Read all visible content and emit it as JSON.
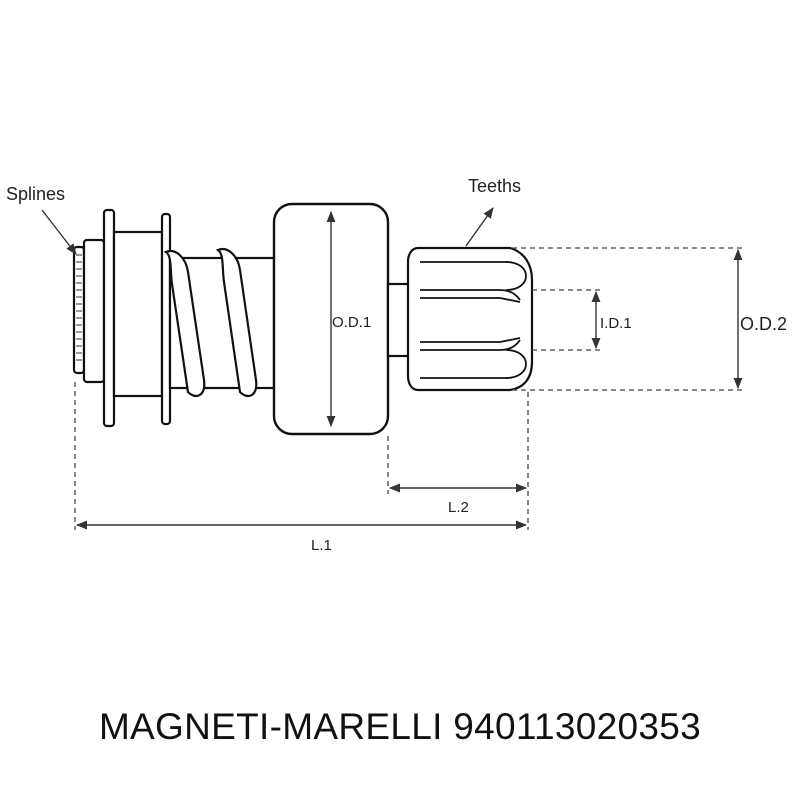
{
  "labels": {
    "splines": "Splines",
    "teeths": "Teeths",
    "od1": "O.D.1",
    "id1": "I.D.1",
    "od2": "O.D.2",
    "l2": "L.2",
    "l1": "L.1"
  },
  "caption": {
    "brand": "MAGNETI-MARELLI",
    "part_number": "940113020353"
  },
  "colors": {
    "line": "#111111",
    "dim": "#333333",
    "background": "#ffffff"
  }
}
